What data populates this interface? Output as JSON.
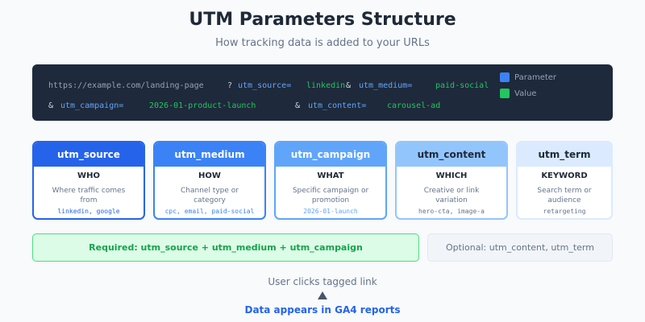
{
  "header": {
    "title": "UTM Parameters Structure",
    "subtitle": "How tracking data is added to your URLs"
  },
  "url_example": {
    "base": "https://example.com/landing-page",
    "question": "?",
    "ampersand": "&",
    "pairs": [
      {
        "param": "utm_source=",
        "value": "linkedin"
      },
      {
        "param": "utm_medium=",
        "value": "paid-social"
      },
      {
        "param": "utm_campaign=",
        "value": "2026-01-product-launch"
      },
      {
        "param": "utm_content=",
        "value": "carousel-ad"
      }
    ]
  },
  "legend": {
    "items": [
      {
        "label": "Parameter",
        "color": "#3b82f6"
      },
      {
        "label": "Value",
        "color": "#22c55e"
      }
    ]
  },
  "cards": [
    {
      "name": "utm_source",
      "label": "WHO",
      "desc": "Where traffic comes from",
      "example": "linkedin, google",
      "header_color": "#2563eb",
      "header_text_color": "#ffffff",
      "border_color": "#2563eb",
      "example_color": "#2563eb"
    },
    {
      "name": "utm_medium",
      "label": "HOW",
      "desc": "Channel type or category",
      "example": "cpc, email, paid-social",
      "header_color": "#3b82f6",
      "header_text_color": "#ffffff",
      "border_color": "#3b82f6",
      "example_color": "#3b82f6"
    },
    {
      "name": "utm_campaign",
      "label": "WHAT",
      "desc": "Specific campaign or promotion",
      "example": "2026-01-launch",
      "header_color": "#60a5fa",
      "header_text_color": "#ffffff",
      "border_color": "#60a5fa",
      "example_color": "#60a5fa"
    },
    {
      "name": "utm_content",
      "label": "WHICH",
      "desc": "Creative or link variation",
      "example": "hero-cta, image-a",
      "header_color": "#93c5fd",
      "header_text_color": "#1e293b",
      "border_color": "#93c5fd",
      "example_color": "#64748b"
    },
    {
      "name": "utm_term",
      "label": "KEYWORD",
      "desc": "Search term or audience",
      "example": "retargeting",
      "header_color": "#dbeafe",
      "header_text_color": "#1e293b",
      "border_color": "#dbeafe",
      "example_color": "#64748b"
    }
  ],
  "required": {
    "text": "Required: utm_source + utm_medium + utm_campaign"
  },
  "optional": {
    "text": "Optional: utm_content, utm_term"
  },
  "flow": {
    "start": "User clicks tagged link",
    "end": "Data appears in GA4 reports"
  }
}
